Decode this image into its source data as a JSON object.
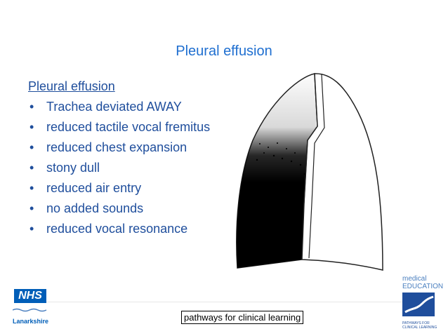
{
  "slide": {
    "title": "Pleural effusion",
    "subheading": "Pleural effusion",
    "bullets": [
      "Trachea deviated AWAY",
      "reduced tactile vocal fremitus",
      "reduced chest expansion",
      "stony dull",
      "reduced air entry",
      "no added sounds",
      "reduced vocal resonance"
    ]
  },
  "footer": {
    "text": "pathways for clinical learning"
  },
  "logos": {
    "nhs_badge": "NHS",
    "nhs_region": "Lanarkshire",
    "med_line1": "medical",
    "med_line2": "EDUCATION",
    "med_tagline": "PATHWAYS FOR CLINICAL LEARNING"
  },
  "colors": {
    "title": "#1f6fd0",
    "body_text": "#1f4e9c",
    "nhs_blue": "#005eb8"
  }
}
